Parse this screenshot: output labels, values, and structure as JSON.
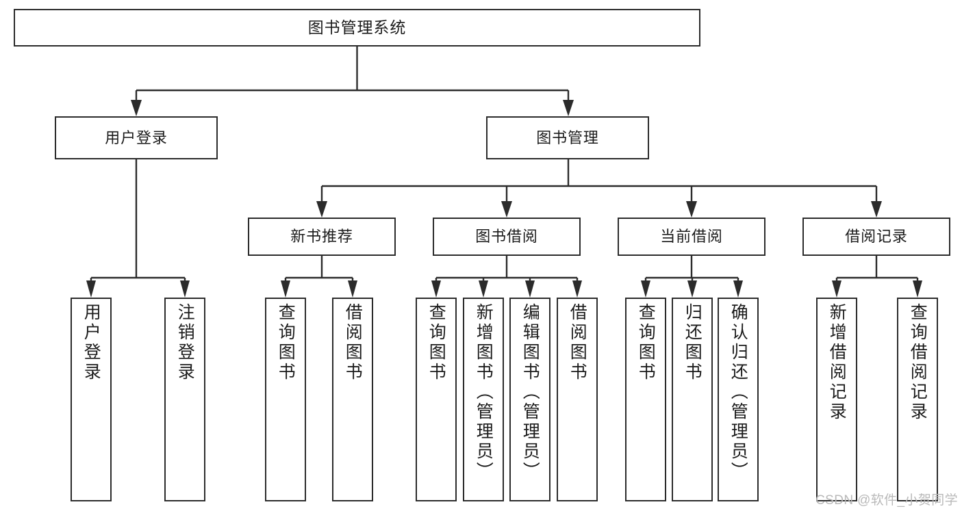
{
  "diagram": {
    "title": "图书管理系统",
    "type": "tree",
    "orientation": "top-down",
    "colors": {
      "stroke": "#2b2b2b",
      "fill": "#ffffff",
      "text": "#1b1b1b",
      "watermark": "#b9b9b9"
    }
  },
  "root": {
    "id": "n-root",
    "label": "图书管理系统"
  },
  "level2": [
    {
      "id": "n-user-login",
      "label": "用户登录"
    },
    {
      "id": "n-book-manage",
      "label": "图书管理"
    }
  ],
  "level3": [
    {
      "id": "n-new-book-rec",
      "label": "新书推荐",
      "parent": "n-book-manage"
    },
    {
      "id": "n-book-borrow",
      "label": "图书借阅",
      "parent": "n-book-manage"
    },
    {
      "id": "n-current-borrow",
      "label": "当前借阅",
      "parent": "n-book-manage"
    },
    {
      "id": "n-borrow-record",
      "label": "借阅记录",
      "parent": "n-book-manage"
    }
  ],
  "leaves": [
    {
      "id": "leaf-user-login",
      "label": "用户登录",
      "parent": "n-user-login"
    },
    {
      "id": "leaf-user-logout",
      "label": "注销登录",
      "parent": "n-user-login"
    },
    {
      "id": "leaf-rec-query-book",
      "label": "查询图书",
      "parent": "n-new-book-rec"
    },
    {
      "id": "leaf-rec-borrow-book",
      "label": "借阅图书",
      "parent": "n-new-book-rec"
    },
    {
      "id": "leaf-borrow-query-book",
      "label": "查询图书",
      "parent": "n-book-borrow"
    },
    {
      "id": "leaf-borrow-add-book",
      "label": "新增图书（管理员）",
      "parent": "n-book-borrow"
    },
    {
      "id": "leaf-borrow-edit-book",
      "label": "编辑图书（管理员）",
      "parent": "n-book-borrow"
    },
    {
      "id": "leaf-borrow-lend-book",
      "label": "借阅图书",
      "parent": "n-book-borrow"
    },
    {
      "id": "leaf-cur-query-book",
      "label": "查询图书",
      "parent": "n-current-borrow"
    },
    {
      "id": "leaf-cur-return-book",
      "label": "归还图书",
      "parent": "n-current-borrow"
    },
    {
      "id": "leaf-cur-confirm-return",
      "label": "确认归还（管理员）",
      "parent": "n-current-borrow"
    },
    {
      "id": "leaf-rec-add-record",
      "label": "新增借阅记录",
      "parent": "n-borrow-record"
    },
    {
      "id": "leaf-rec-query-record",
      "label": "查询借阅记录",
      "parent": "n-borrow-record"
    }
  ],
  "watermark": {
    "text": "CSDN @软件_小贺同学"
  }
}
